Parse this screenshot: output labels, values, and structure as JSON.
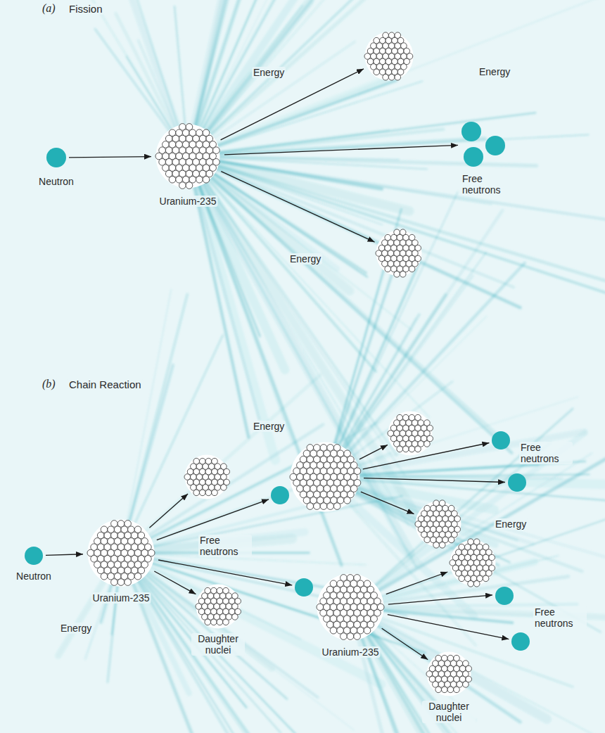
{
  "diagram": {
    "nodes": [
      {
        "text": [
          "Neutron"
        ]
      },
      {
        "text": [
          "Uranium-235"
        ]
      },
      {
        "text": [
          "Free neutrons"
        ]
      },
      {
        "text": [
          "Neutron"
        ]
      },
      {
        "text": [
          "Uranium-235"
        ]
      },
      {
        "text": [
          "Daughter nuclei"
        ]
      },
      {
        "text": [
          "Uranium-235"
        ]
      },
      {
        "text": [
          "Daughter nuclei"
        ]
      }
    ],
    "edges": [
      {
        "from": 0,
        "to": 1,
        "arrow": "to"
      },
      {
        "from": 1,
        "to": 2,
        "arrow": "to"
      },
      {
        "from": 3,
        "to": 4,
        "arrow": "to"
      },
      {
        "from": 4,
        "to": 5,
        "arrow": "to"
      },
      {
        "from": 6,
        "to": 7,
        "arrow": "to"
      }
    ],
    "labels": [
      "(a)",
      "Fission",
      "Energy",
      "Energy",
      "Energy",
      "(b)",
      "Chain Reaction",
      "Energy",
      "Free neutrons",
      "Free neutrons",
      "Energy",
      "Energy",
      "Free neutrons"
    ]
  }
}
